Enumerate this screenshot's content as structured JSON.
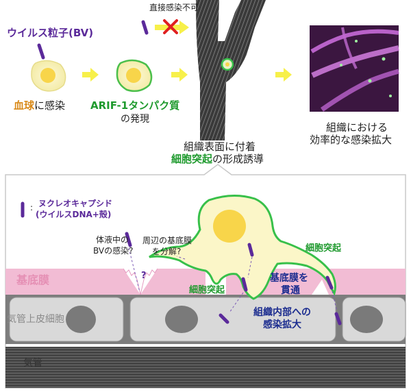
{
  "top": {
    "virus_label": "ウイルス粒子(BV)",
    "blocked_label": "直接感染不可",
    "blood_label_colored": "血球",
    "blood_label_rest": "に感染",
    "arif_label": "ARIF-1タンパク質",
    "arif_sub": "の発現",
    "tissue_line1": "組織表面に付着",
    "tissue_line2_colored": "細胞突起",
    "tissue_line2_rest": "の形成誘導",
    "spread_line1": "組織における",
    "spread_line2": "効率的な感染拡大"
  },
  "bottom": {
    "legend_colon": ":",
    "legend_line1": "ヌクレオキャプシド",
    "legend_line2": "(ウイルスDNA+殻)",
    "fluid_q_line1": "体液中の",
    "fluid_q_line2": "BVの感染?",
    "question_mark": "?",
    "degrade_line1": "周辺の基底膜",
    "degrade_line2": "を分解?",
    "protrusion_right": "細胞突起",
    "protrusion_left": "細胞突起",
    "penetrate_line1": "基底膜を",
    "penetrate_line2": "貫通",
    "inner_line1": "組織内部への",
    "inner_line2": "感染拡大",
    "layer_basement": "基底膜",
    "layer_epithelium": "気管上皮細胞",
    "layer_trachea": "気管"
  },
  "colors": {
    "virus": "#5b2a9a",
    "green": "#1f9a2e",
    "orange": "#d98a1a",
    "pink": "#f2bcd4",
    "cell_fill": "#fbf6c8",
    "nucleus": "#f8d54a",
    "arrow": "#f7f04a",
    "trachea": "#555555"
  }
}
